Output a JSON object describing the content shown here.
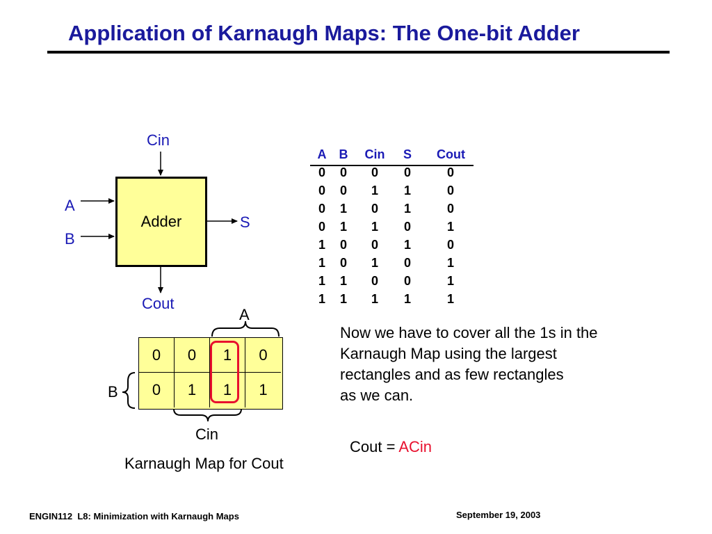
{
  "title": "Application of Karnaugh Maps: The One-bit Adder",
  "adder": {
    "box_label": "Adder",
    "input_top": "Cin",
    "input_a": "A",
    "input_b": "B",
    "output_s": "S",
    "output_bottom": "Cout"
  },
  "truth_table": {
    "headers": [
      "A",
      "B",
      "Cin",
      "S",
      "Cout"
    ],
    "rows": [
      [
        "0",
        "0",
        "0",
        "0",
        "0"
      ],
      [
        "0",
        "0",
        "1",
        "1",
        "0"
      ],
      [
        "0",
        "1",
        "0",
        "1",
        "0"
      ],
      [
        "0",
        "1",
        "1",
        "0",
        "1"
      ],
      [
        "1",
        "0",
        "0",
        "1",
        "0"
      ],
      [
        "1",
        "0",
        "1",
        "0",
        "1"
      ],
      [
        "1",
        "1",
        "0",
        "0",
        "1"
      ],
      [
        "1",
        "1",
        "1",
        "1",
        "1"
      ]
    ]
  },
  "kmap": {
    "label_a": "A",
    "label_b": "B",
    "label_cin": "Cin",
    "caption": "Karnaugh Map for Cout",
    "rows": [
      [
        "0",
        "0",
        "1",
        "0"
      ],
      [
        "0",
        "1",
        "1",
        "1"
      ]
    ]
  },
  "explanation": {
    "lines": [
      "Now we have to cover all the 1s in the",
      "Karnaugh Map using the largest",
      "rectangles and as few rectangles",
      "as we can."
    ]
  },
  "formula": {
    "prefix": "Cout = ",
    "result": "ACin"
  },
  "footer": {
    "left": "ENGIN112  L8: Minimization with Karnaugh Maps",
    "right": "September 19, 2003"
  },
  "colors": {
    "title": "#1a1a9c",
    "label_blue": "#1a1ab5",
    "box_fill": "#ffff99",
    "highlight": "#e8102e"
  }
}
